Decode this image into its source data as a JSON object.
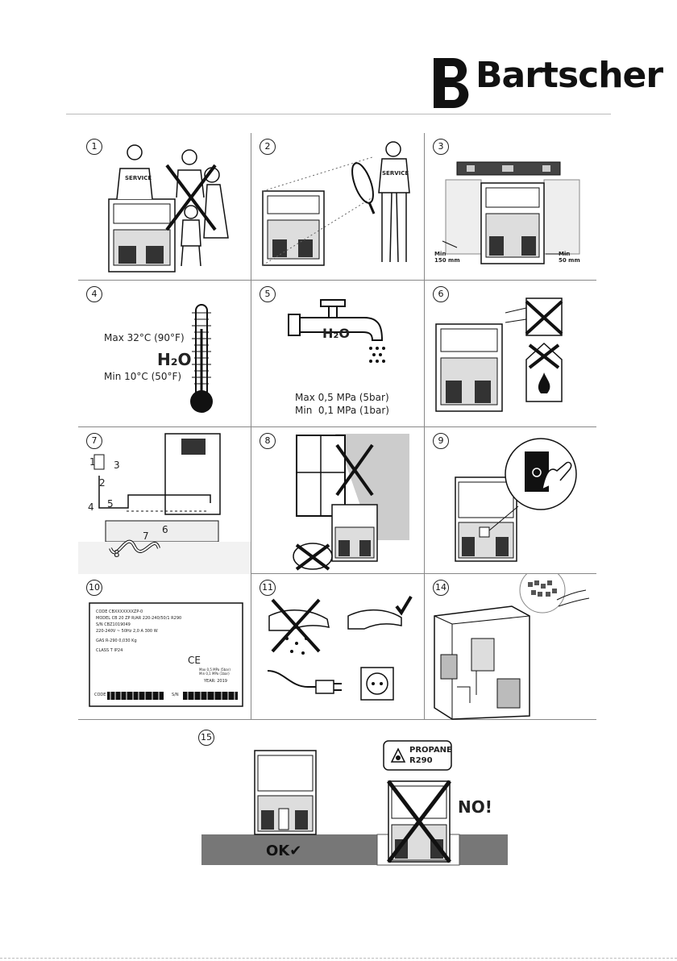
{
  "brand": {
    "name": "Bartscher"
  },
  "steps": [
    {
      "n": "1",
      "labels": {
        "shirt": "SERVICE"
      }
    },
    {
      "n": "2",
      "labels": {
        "shirt": "SERVICE"
      }
    },
    {
      "n": "3",
      "labels": {
        "left": "Min\n150 mm",
        "right": "Min\n50 mm"
      }
    },
    {
      "n": "4",
      "labels": {
        "max": "Max 32°C (90°F)",
        "h2o": "H₂O",
        "min": "Min 10°C (50°F)"
      }
    },
    {
      "n": "5",
      "labels": {
        "h2o": "H₂O",
        "max": "Max 0,5 MPa (5bar)",
        "min": "Min  0,1 MPa (1bar)"
      }
    },
    {
      "n": "6",
      "labels": {}
    },
    {
      "n": "7",
      "labels": {
        "c1": "1",
        "c2": "2",
        "c3": "3",
        "c4": "4",
        "c5": "5",
        "c6": "6",
        "c7": "7",
        "c8": "8"
      }
    },
    {
      "n": "8",
      "labels": {}
    },
    {
      "n": "9",
      "labels": {}
    },
    {
      "n": "10",
      "labels": {
        "code": "CODE  CBXXXXXXXZP-0",
        "model": "MODEL  CB 20 ZP R/AR 220-240/50/1 R290",
        "sn": "S/N   CBZ1019049",
        "power": "220-240V ~ 50Hz        2,0 A     300 W",
        "gas": "GAS    R-290                  0,030 Kg",
        "class": "CLASS   T        IP24",
        "ce": "CE",
        "pressure": "Max 0,5 MPa (5bar)\nMin 0,1 MPa (1bar)",
        "year": "YEAR: 2019",
        "code2": "CODE",
        "sn2": "S/N"
      }
    },
    {
      "n": "11",
      "labels": {}
    },
    {
      "n": "14",
      "labels": {}
    }
  ],
  "bottom": {
    "n": "15",
    "propane": "PROPANE",
    "r290": "R290",
    "no": "NO!",
    "ok": "OK✔"
  }
}
